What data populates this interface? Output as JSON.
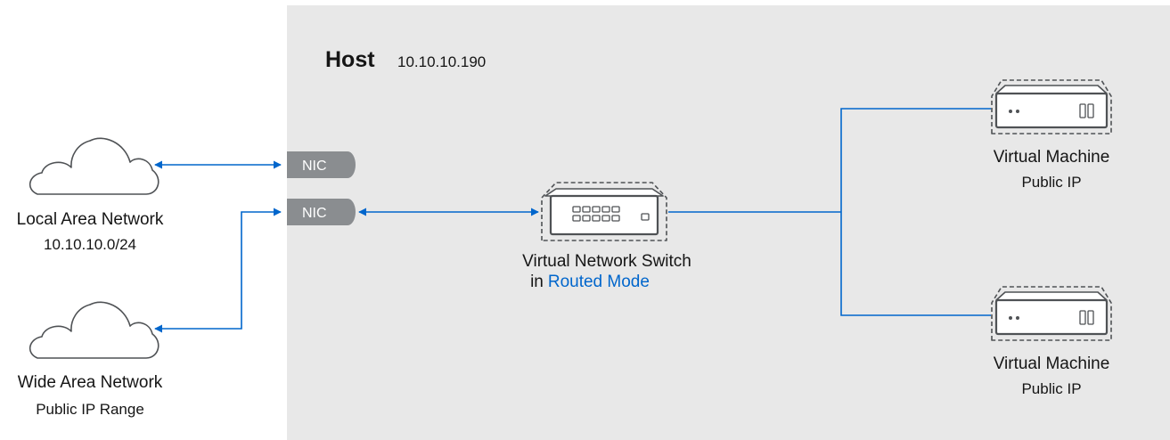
{
  "host": {
    "title": "Host",
    "ip": "10.10.10.190"
  },
  "networks": {
    "lan": {
      "name": "Local Area Network",
      "subnet": "10.10.10.0/24"
    },
    "wan": {
      "name": "Wide Area Network",
      "subnet": "Public IP Range"
    }
  },
  "nics": [
    {
      "label": "NIC"
    },
    {
      "label": "NIC"
    }
  ],
  "switch": {
    "line1": "Virtual Network Switch",
    "line2_prefix": "in",
    "line2_mode": "Routed Mode"
  },
  "vms": [
    {
      "name": "Virtual Machine",
      "ip": "Public IP"
    },
    {
      "name": "Virtual Machine",
      "ip": "Public IP"
    }
  ],
  "colors": {
    "accent": "#0066cc",
    "host_bg": "#e8e8e8",
    "nic_fill": "#8a8d90",
    "icon_stroke": "#4f5255"
  }
}
